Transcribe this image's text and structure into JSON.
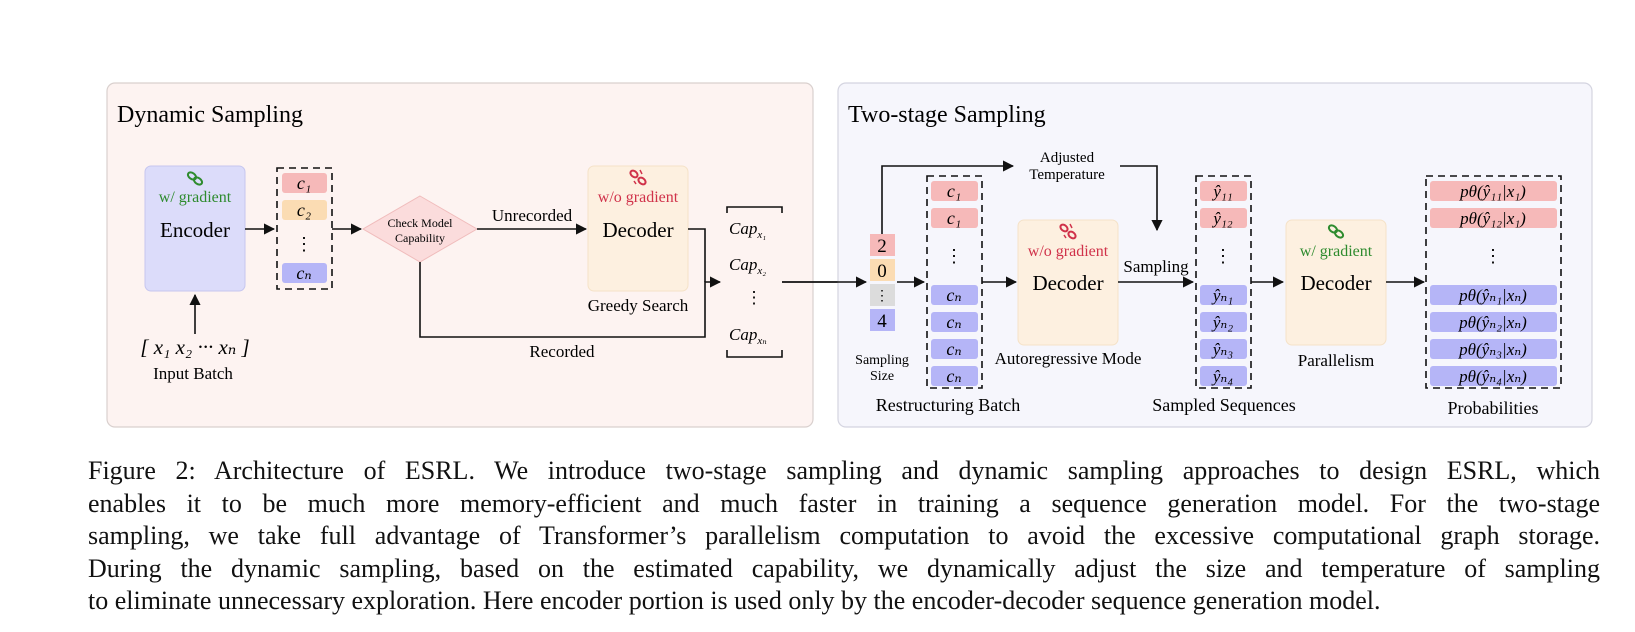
{
  "left_panel": {
    "title": "Dynamic Sampling",
    "encoder": {
      "label": "Encoder",
      "gradient": "w/ gradient"
    },
    "input": {
      "formula": "[ x₁ x₂ ··· xₙ ]",
      "label": "Input Batch"
    },
    "codes": [
      "c₁",
      "c₂",
      "⋮",
      "cₙ"
    ],
    "check": [
      "Check Model",
      "Capability"
    ],
    "unrecorded": "Unrecorded",
    "recorded": "Recorded",
    "decoder": {
      "label": "Decoder",
      "gradient": "w/o gradient",
      "caption": "Greedy Search"
    },
    "caps": [
      "Cap",
      "Cap",
      "⋮",
      "Cap"
    ],
    "cap_subs": [
      "x₁",
      "x₂",
      "",
      "xₙ"
    ]
  },
  "right_panel": {
    "title": "Two-stage Sampling",
    "adjusted": [
      "Adjusted",
      "Temperature"
    ],
    "sizes": [
      "2",
      "0",
      "⋮",
      "4"
    ],
    "size_label": [
      "Sampling",
      "Size"
    ],
    "restructure": [
      "c₁",
      "c₁",
      "⋮",
      "cₙ",
      "cₙ",
      "cₙ",
      "cₙ"
    ],
    "restructure_label": "Restructuring Batch",
    "decoder1": {
      "label": "Decoder",
      "gradient": "w/o gradient",
      "caption": "Autoregressive Mode"
    },
    "sampling": "Sampling",
    "seqs": [
      "ŷ₁₁",
      "ŷ₁₂",
      "⋮",
      "ŷₙ₁",
      "ŷₙ₂",
      "ŷₙ₃",
      "ŷₙ₄"
    ],
    "seqs_label": "Sampled Sequences",
    "decoder2": {
      "label": "Decoder",
      "gradient": "w/ gradient",
      "caption": "Parallelism"
    },
    "probs": [
      "pθ(ŷ₁₁|x₁)",
      "pθ(ŷ₁₂|x₁)",
      "⋮",
      "pθ(ŷₙ₁|xₙ)",
      "pθ(ŷₙ₂|xₙ)",
      "pθ(ŷₙ₃|xₙ)",
      "pθ(ŷₙ₄|xₙ)"
    ],
    "probs_label": "Probabilities"
  },
  "caption_lines": [
    "Figure 2: Architecture of ESRL. We introduce two-stage sampling and dynamic sampling approaches to design ESRL, which",
    "enables it to be much more memory-efficient and much faster in training a sequence generation model. For the two-stage",
    "sampling, we take full advantage of Transformer’s parallelism computation to avoid the excessive computational graph storage.",
    "During the dynamic sampling, based on the estimated capability, we dynamically adjust the size and temperature of sampling",
    "to eliminate unnecessary exploration. Here encoder portion is used only by the encoder-decoder sequence generation model."
  ],
  "colors": {
    "left_bg": "#fdf3f1",
    "right_bg": "#f6f6fc",
    "encoder": "#dcdcfa",
    "decoder": "#fdf0e0",
    "red": "#f6b9b9",
    "orange": "#fbdcb3",
    "blue": "#b5b5f7",
    "gray": "#dcdcdc",
    "green": "#2e8b2e",
    "crimson": "#d0324a"
  }
}
